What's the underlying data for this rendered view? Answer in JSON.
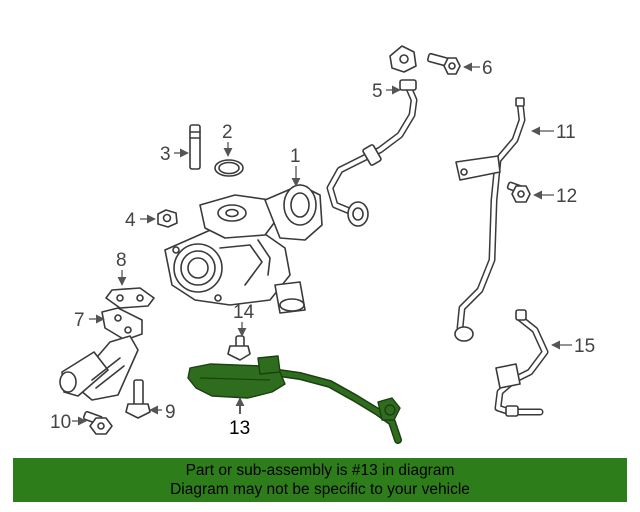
{
  "diagram": {
    "callouts": [
      {
        "id": "1",
        "label": "1"
      },
      {
        "id": "2",
        "label": "2"
      },
      {
        "id": "3",
        "label": "3"
      },
      {
        "id": "4",
        "label": "4"
      },
      {
        "id": "5",
        "label": "5"
      },
      {
        "id": "6",
        "label": "6"
      },
      {
        "id": "7",
        "label": "7"
      },
      {
        "id": "8",
        "label": "8"
      },
      {
        "id": "9",
        "label": "9"
      },
      {
        "id": "10",
        "label": "10"
      },
      {
        "id": "11",
        "label": "11"
      },
      {
        "id": "12",
        "label": "12"
      },
      {
        "id": "13",
        "label": "13"
      },
      {
        "id": "14",
        "label": "14"
      },
      {
        "id": "15",
        "label": "15"
      }
    ],
    "highlighted_part": "13",
    "highlight_color": "#2e7d1b"
  },
  "banner": {
    "line1": "Part or sub-assembly is #13 in diagram",
    "line2": "Diagram may not be specific to your vehicle",
    "background": "#2e7d1b"
  }
}
